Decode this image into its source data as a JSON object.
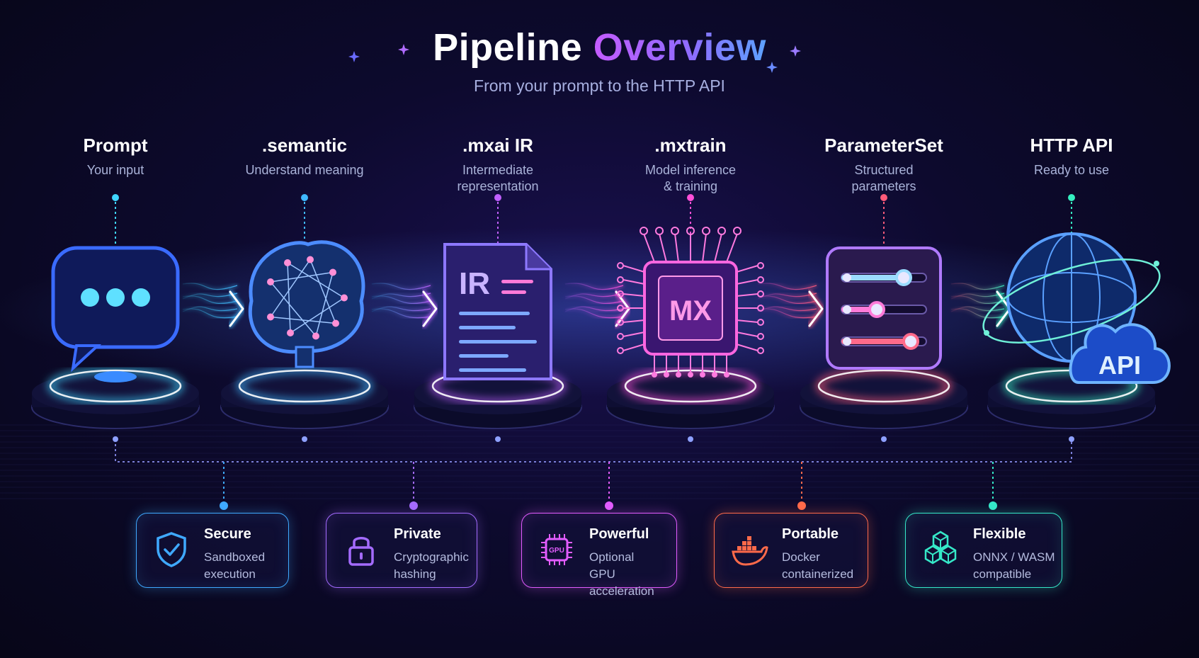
{
  "header": {
    "title_part1": "Pipeline",
    "title_part2": "Overview",
    "subtitle": "From your prompt to the HTTP API"
  },
  "stages": [
    {
      "name": "Prompt",
      "desc1": "Your input",
      "desc2": "",
      "color": "#3fd6ff",
      "icon": "chat-bubble-icon"
    },
    {
      "name": ".semantic",
      "desc1": "Understand meaning",
      "desc2": "",
      "color": "#3fb8ff",
      "icon": "brain-icon"
    },
    {
      "name": ".mxai IR",
      "desc1": "Intermediate",
      "desc2": "representation",
      "color": "#c060ff",
      "icon": "document-icon",
      "icon_text": "IR"
    },
    {
      "name": ".mxtrain",
      "desc1": "Model inference",
      "desc2": "& training",
      "color": "#ff4fd8",
      "icon": "chip-icon",
      "icon_text": "MX"
    },
    {
      "name": "ParameterSet",
      "desc1": "Structured",
      "desc2": "parameters",
      "color": "#ff5a7a",
      "icon": "sliders-icon"
    },
    {
      "name": "HTTP API",
      "desc1": "Ready to use",
      "desc2": "",
      "color": "#35f0c0",
      "icon": "globe-cloud-icon",
      "icon_text": "API"
    }
  ],
  "features": [
    {
      "title": "Secure",
      "desc1": "Sandboxed",
      "desc2": "execution",
      "color": "#3fa9ff",
      "icon": "shield-check-icon"
    },
    {
      "title": "Private",
      "desc1": "Cryptographic",
      "desc2": "hashing",
      "color": "#a46bff",
      "icon": "padlock-icon"
    },
    {
      "title": "Powerful",
      "desc1": "Optional",
      "desc2": "GPU acceleration",
      "color": "#e25cff",
      "icon": "gpu-chip-icon",
      "icon_text": "GPU"
    },
    {
      "title": "Portable",
      "desc1": "Docker",
      "desc2": "containerized",
      "color": "#ff6a4a",
      "icon": "docker-whale-icon"
    },
    {
      "title": "Flexible",
      "desc1": "ONNX / WASM",
      "desc2": "compatible",
      "color": "#35e8c8",
      "icon": "cubes-icon"
    }
  ]
}
